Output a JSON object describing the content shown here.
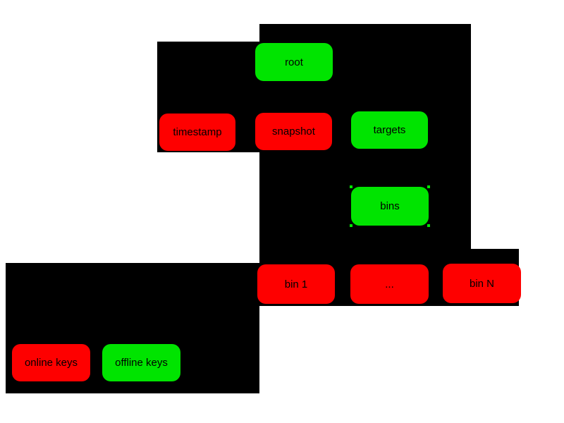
{
  "colors": {
    "canvas_background": "#ffffff",
    "region_background": "#000000",
    "online_key_color": "#fe0000",
    "offline_key_color": "#00e400",
    "node_text_color": "#000000"
  },
  "nodes": [
    {
      "id": "root",
      "label": "root",
      "color": "#00e400"
    },
    {
      "id": "timestamp",
      "label": "timestamp",
      "color": "#fe0000"
    },
    {
      "id": "snapshot",
      "label": "snapshot",
      "color": "#fe0000"
    },
    {
      "id": "targets",
      "label": "targets",
      "color": "#00e400"
    },
    {
      "id": "bins",
      "label": "bins",
      "color": "#00e400"
    },
    {
      "id": "bin-1",
      "label": "bin 1",
      "color": "#fe0000"
    },
    {
      "id": "bin-ellipsis",
      "label": "...",
      "color": "#fe0000"
    },
    {
      "id": "bin-n",
      "label": "bin N",
      "color": "#fe0000"
    }
  ],
  "legend": [
    {
      "id": "online-keys",
      "label": "online keys",
      "color": "#fe0000"
    },
    {
      "id": "offline-keys",
      "label": "offline keys",
      "color": "#00e400"
    }
  ]
}
